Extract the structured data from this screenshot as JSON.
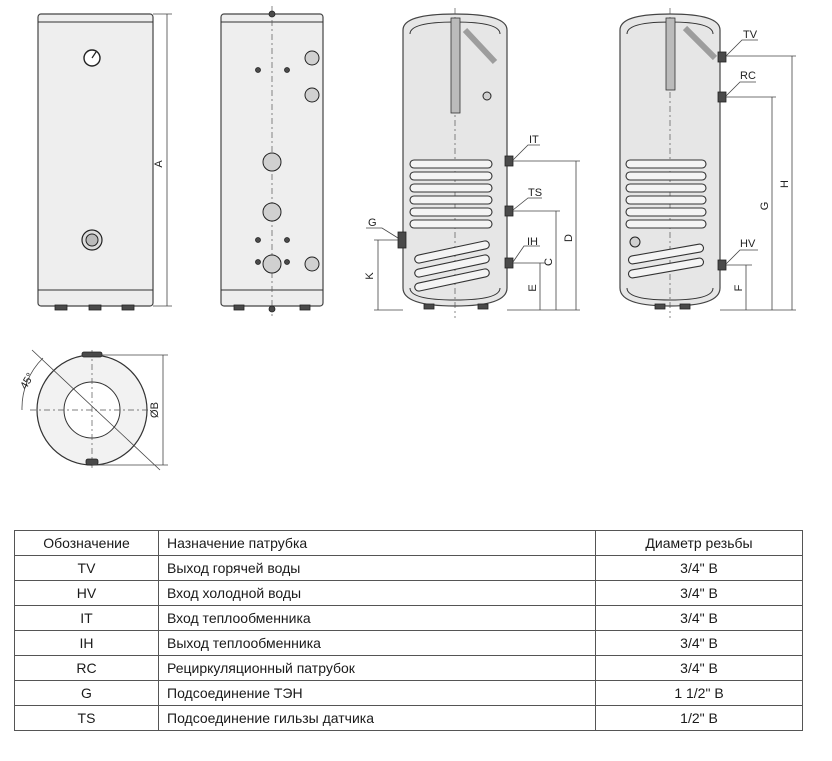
{
  "drawing_labels": {
    "front_dim": "A",
    "side_ports": [
      "TV",
      "RC",
      "HV"
    ],
    "side_dims": [
      "H",
      "G",
      "F"
    ],
    "section_ports": [
      "IT",
      "TS",
      "IH",
      "G"
    ],
    "section_dims": [
      "D",
      "C",
      "E",
      "K"
    ],
    "top_angle": "45°",
    "top_diameter": "ØB"
  },
  "table": {
    "headers": [
      "Обозначение",
      "Назначение патрубка",
      "Диаметр резьбы"
    ],
    "rows": [
      [
        "TV",
        "Выход горячей воды",
        "3/4\" В"
      ],
      [
        "HV",
        "Вход холодной воды",
        "3/4\" В"
      ],
      [
        "IT",
        "Вход теплообменника",
        "3/4\" В"
      ],
      [
        "IH",
        "Выход теплообменника",
        "3/4\" В"
      ],
      [
        "RC",
        "Рециркуляционный патрубок",
        "3/4\" В"
      ],
      [
        "G",
        "Подсоединение ТЭН",
        "1 1/2\" В"
      ],
      [
        "TS",
        "Подсоединение гильзы датчика",
        "1/2\" В"
      ]
    ]
  }
}
